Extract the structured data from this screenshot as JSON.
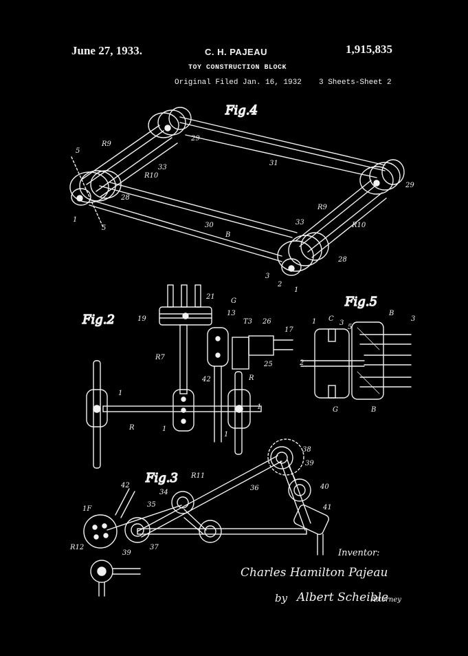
{
  "header": {
    "date": "June 27, 1933.",
    "inventor": "C. H. PAJEAU",
    "patent_number": "1,915,835",
    "title": "TOY CONSTRUCTION BLOCK",
    "filed": "Original Filed Jan. 16, 1932",
    "sheets": "3 Sheets-Sheet 2"
  },
  "figures": {
    "fig4": {
      "caption": "Fig.4",
      "labels": [
        "5",
        "R9",
        "29",
        "33",
        "R10",
        "28",
        "31",
        "1",
        "5",
        "30",
        "B",
        "29",
        "R9",
        "33",
        "R10",
        "28",
        "3",
        "2",
        "1"
      ]
    },
    "fig2": {
      "caption": "Fig.2",
      "labels": [
        "21",
        "G",
        "19",
        "13",
        "T3",
        "26",
        "17",
        "R7",
        "25",
        "42",
        "R",
        "1",
        "R",
        "1",
        "1",
        "1"
      ]
    },
    "fig5": {
      "caption": "Fig.5",
      "labels": [
        "1",
        "C",
        "3",
        "5",
        "B",
        "3",
        "2",
        "G",
        "B"
      ]
    },
    "fig3": {
      "caption": "Fig.3",
      "labels": [
        "R11",
        "38",
        "39",
        "36",
        "34",
        "42",
        "35",
        "40",
        "41",
        "1F",
        "R12",
        "39",
        "37"
      ]
    }
  },
  "signature": {
    "caption": "Inventor:",
    "name": "Charles Hamilton Pajeau",
    "by": "by",
    "attorney_name": "Albert Scheible",
    "attorney_title": "Attorney"
  },
  "colors": {
    "background": "#000000",
    "ink": "#f2f2f2"
  }
}
